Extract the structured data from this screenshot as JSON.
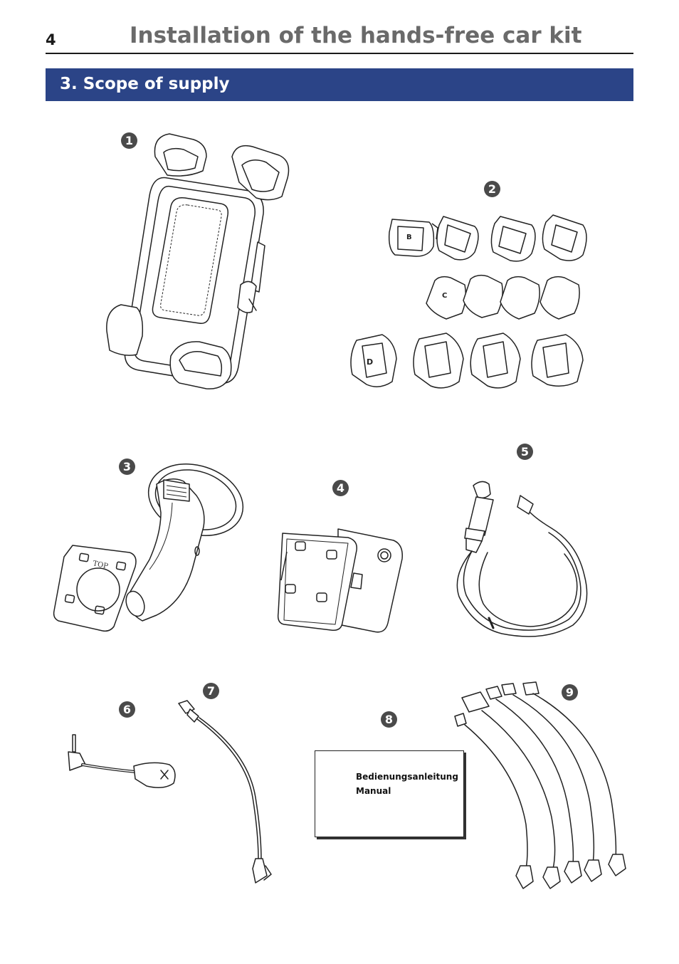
{
  "header": {
    "page_number": "4",
    "title": "Installation of the hands-free car kit"
  },
  "section": {
    "title": "3. Scope of supply"
  },
  "items": [
    {
      "number": "1",
      "icon": "phone-holder-cradle-icon"
    },
    {
      "number": "2",
      "icon": "adapter-clips-set-icon",
      "clip_letters": [
        "B",
        "C",
        "D"
      ]
    },
    {
      "number": "3",
      "icon": "suction-cup-mount-icon",
      "plate_label": "TOP"
    },
    {
      "number": "4",
      "icon": "adhesive-mounting-plates-icon"
    },
    {
      "number": "5",
      "icon": "cigarette-lighter-cable-icon"
    },
    {
      "number": "6",
      "icon": "microphone-icon"
    },
    {
      "number": "7",
      "icon": "connection-cable-icon"
    },
    {
      "number": "8",
      "icon": "manual-booklet-icon",
      "lines": [
        "Bedienungsanleitung",
        "Manual"
      ]
    },
    {
      "number": "9",
      "icon": "phone-adapter-cables-icon"
    }
  ]
}
